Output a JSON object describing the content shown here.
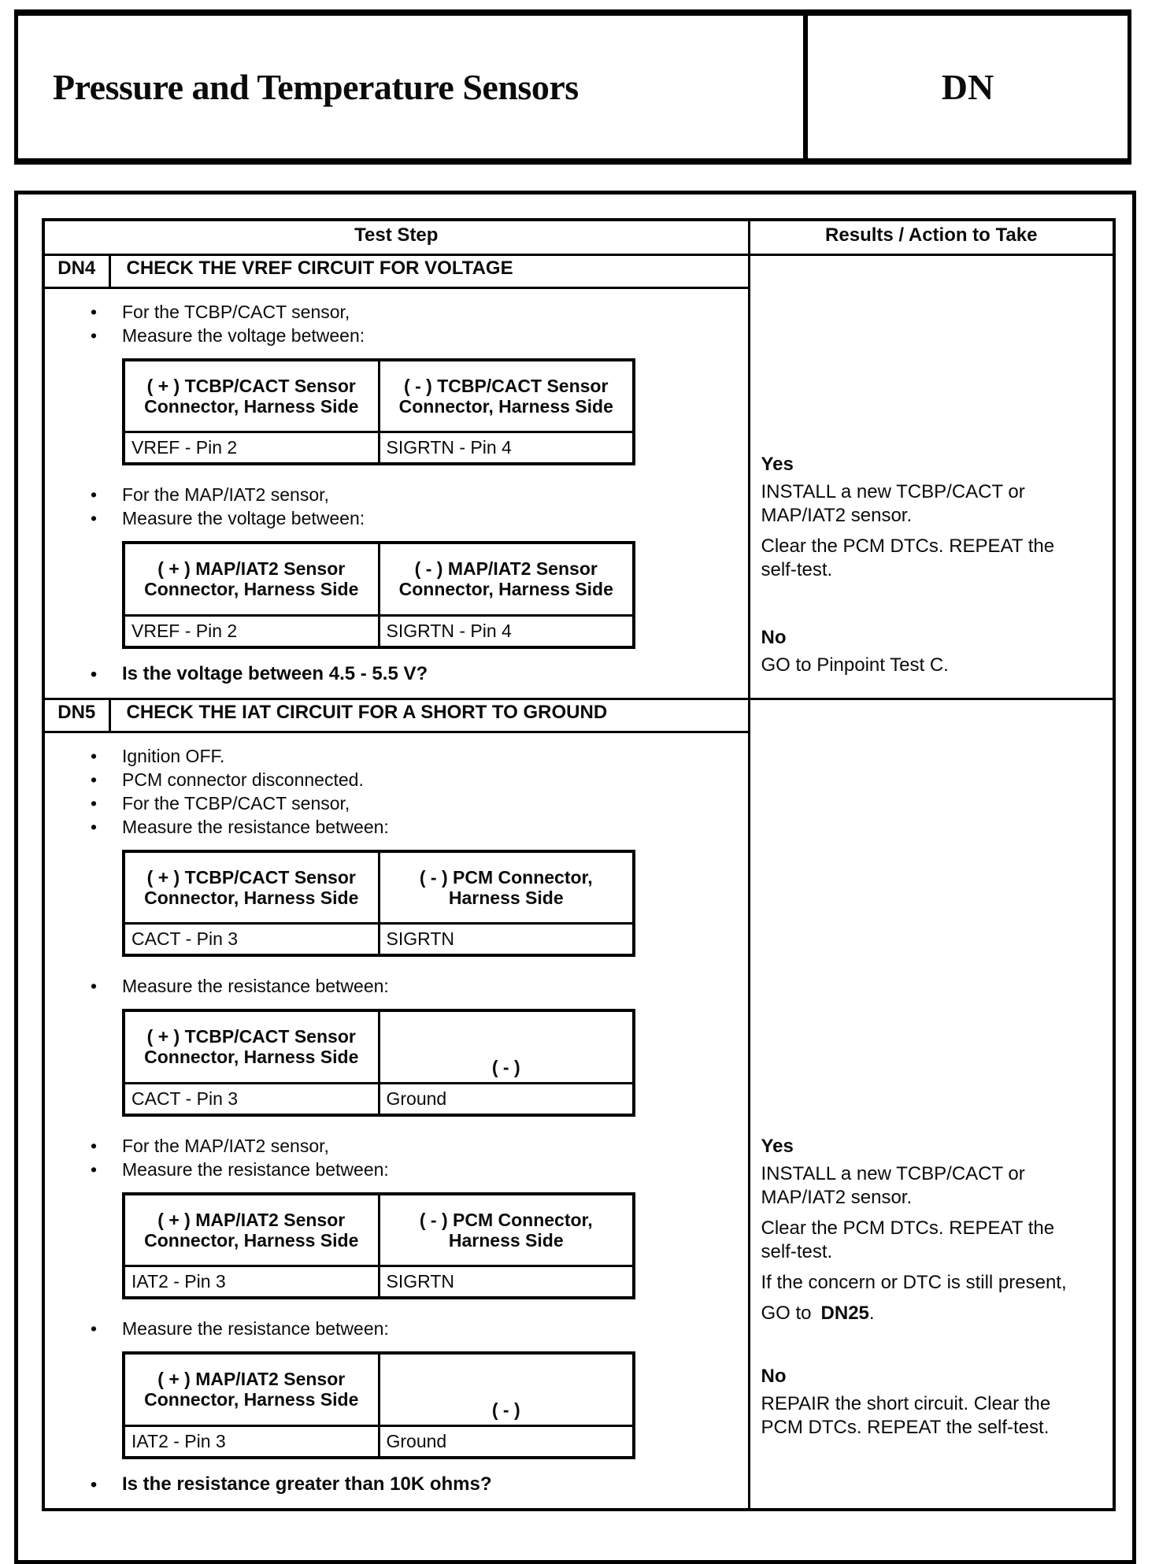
{
  "header": {
    "title": "Pressure and Temperature Sensors",
    "code": "DN"
  },
  "columns": {
    "test_step": "Test Step",
    "results": "Results / Action to Take"
  },
  "dn4": {
    "label": "DN4",
    "title": "CHECK THE VREF CIRCUIT FOR VOLTAGE",
    "bullets_a": [
      "For the TCBP/CACT sensor,",
      "Measure the voltage between:"
    ],
    "table_a": {
      "plus": "( + ) TCBP/CACT Sensor Connector, Harness Side",
      "minus": "( - ) TCBP/CACT Sensor Connector, Harness Side",
      "plus_value": "VREF - Pin 2",
      "minus_value": "SIGRTN - Pin 4"
    },
    "bullets_b": [
      "For the MAP/IAT2 sensor,",
      "Measure the voltage between:"
    ],
    "table_b": {
      "plus": "( + ) MAP/IAT2 Sensor Connector, Harness Side",
      "minus": "( - ) MAP/IAT2 Sensor Connector, Harness Side",
      "plus_value": "VREF - Pin 2",
      "minus_value": "SIGRTN - Pin 4"
    },
    "question": "Is the voltage between 4.5 - 5.5 V?",
    "yes": {
      "label": "Yes",
      "lines": [
        "INSTALL a new TCBP/CACT or MAP/IAT2 sensor.",
        "Clear the PCM DTCs. REPEAT the self-test."
      ]
    },
    "no": {
      "label": "No",
      "lines": [
        "GO to Pinpoint Test C."
      ]
    }
  },
  "dn5": {
    "label": "DN5",
    "title": "CHECK THE IAT CIRCUIT FOR A SHORT TO GROUND",
    "bullets_a": [
      "Ignition OFF.",
      "PCM connector disconnected.",
      "For the TCBP/CACT sensor,",
      "Measure the resistance between:"
    ],
    "table_a": {
      "plus": "( + ) TCBP/CACT Sensor Connector, Harness Side",
      "minus": "( - ) PCM Connector, Harness Side",
      "plus_value": "CACT - Pin 3",
      "minus_value": "SIGRTN"
    },
    "bullets_b": [
      "Measure the resistance between:"
    ],
    "table_b": {
      "plus": "( + ) TCBP/CACT Sensor Connector, Harness Side",
      "minus": "( - )",
      "plus_value": "CACT - Pin 3",
      "minus_value": "Ground"
    },
    "bullets_c": [
      "For the MAP/IAT2 sensor,",
      "Measure the resistance between:"
    ],
    "table_c": {
      "plus": "( + ) MAP/IAT2 Sensor Connector, Harness Side",
      "minus": "( - ) PCM Connector, Harness Side",
      "plus_value": "IAT2 - Pin 3",
      "minus_value": "SIGRTN"
    },
    "bullets_d": [
      "Measure the resistance between:"
    ],
    "table_d": {
      "plus": "( + ) MAP/IAT2 Sensor Connector, Harness Side",
      "minus": "( - )",
      "plus_value": "IAT2 - Pin 3",
      "minus_value": "Ground"
    },
    "question": "Is the resistance greater than 10K ohms?",
    "yes": {
      "label": "Yes",
      "lines": [
        "INSTALL a new TCBP/CACT or MAP/IAT2 sensor.",
        "Clear the PCM DTCs. REPEAT the self-test.",
        "If the concern or DTC is still present,"
      ],
      "go_prefix": "GO to",
      "go_target": "DN25",
      "go_suffix": "."
    },
    "no": {
      "label": "No",
      "lines": [
        "REPAIR the short circuit. Clear the PCM DTCs. REPEAT the self-test."
      ]
    }
  }
}
